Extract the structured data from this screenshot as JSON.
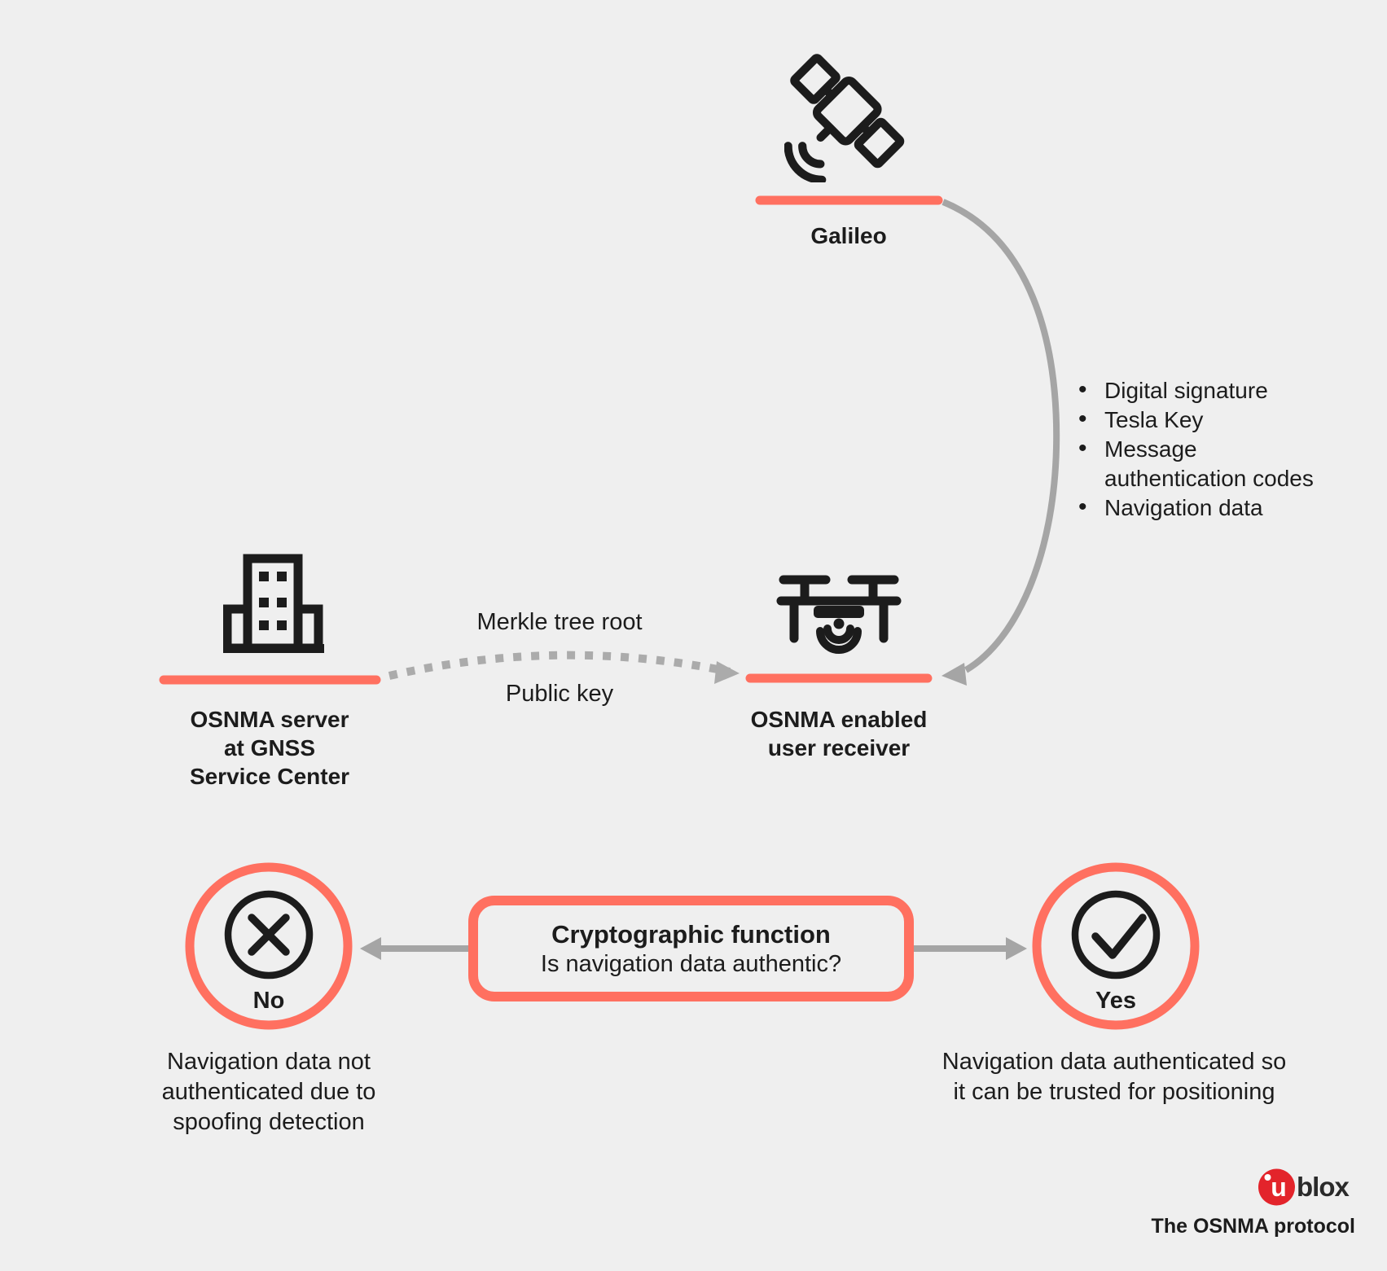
{
  "colors": {
    "background": "#efefef",
    "coral": "#ff7060",
    "arrow_gray": "#a5a5a5",
    "ink": "#1c1c1c",
    "logo_red": "#e3242b"
  },
  "icons": {
    "galileo": "satellite-icon",
    "server": "building-icon",
    "receiver": "drone-icon",
    "no": "x-circle-icon",
    "yes": "check-circle-icon"
  },
  "galileo": {
    "label": "Galileo"
  },
  "downlink": {
    "items": [
      "Digital signature",
      "Tesla Key",
      "Message authentication codes",
      "Navigation data"
    ]
  },
  "server": {
    "lines": [
      "OSNMA server",
      "at GNSS",
      "Service Center"
    ]
  },
  "server_link": {
    "top_label": "Merkle tree root",
    "bottom_label": "Public key"
  },
  "receiver": {
    "lines": [
      "OSNMA enabled",
      "user receiver"
    ]
  },
  "decision": {
    "title": "Cryptographic function",
    "question": "Is navigation data authentic?"
  },
  "no_branch": {
    "label": "No",
    "description": "Navigation data not authenticated due to spoofing detection"
  },
  "yes_branch": {
    "label": "Yes",
    "description": "Navigation data authenticated so it can be trusted for positioning"
  },
  "footer": {
    "logo_u": "u",
    "logo_suffix": "blox",
    "caption": "The OSNMA protocol"
  }
}
